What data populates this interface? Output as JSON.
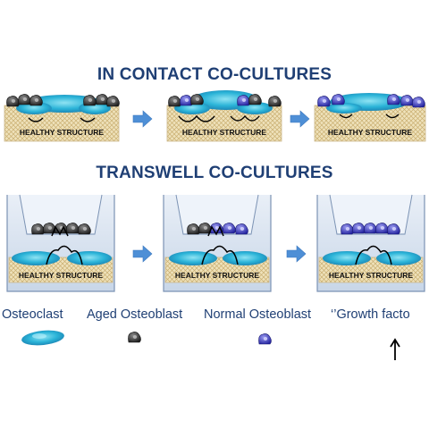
{
  "titles": {
    "in_contact": "IN CONTACT CO-CULTURES",
    "transwell": "TRANSWELL CO-CULTURES"
  },
  "structure_label": "HEALTHY STRUCTURE",
  "legend": {
    "osteoclast": "Osteoclast",
    "aged_osteoblast": "Aged Osteoblast",
    "normal_osteoblast": "Normal Osteoblast",
    "growth_factor": "‘’Growth facto"
  },
  "colors": {
    "title": "#1f3f74",
    "arrow": "#4e8fd6",
    "osteoclast": "#29b4d8",
    "aged_osteoblast": "#3a3a3a",
    "normal_osteoblast": "#3b3bb8",
    "structure": "#e8d7a6"
  },
  "icons": [
    "right-arrow-icon",
    "osteoclast-icon",
    "aged-osteoblast-icon",
    "normal-osteoblast-icon",
    "up-arrow-icon"
  ]
}
